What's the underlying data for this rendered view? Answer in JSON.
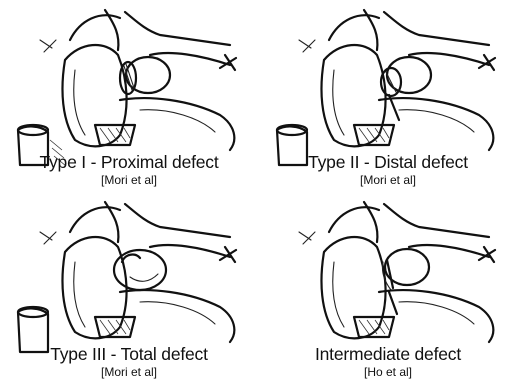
{
  "panels": [
    {
      "title": "Type I - Proximal defect",
      "citation": "[Mori et al]"
    },
    {
      "title": "Type II - Distal defect",
      "citation": "[Mori et al]"
    },
    {
      "title": "Type III - Total defect",
      "citation": "[Mori et al]"
    },
    {
      "title": "Intermediate defect",
      "citation": "[Ho et al]"
    }
  ]
}
